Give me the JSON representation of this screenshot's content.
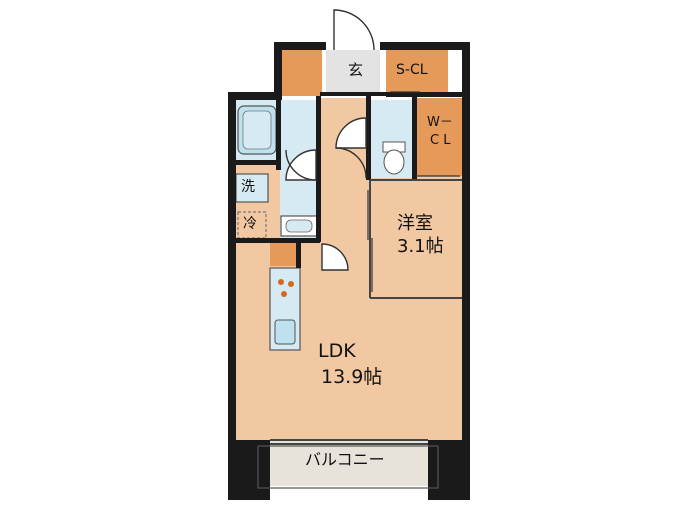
{
  "rooms": {
    "ldk": {
      "name": "LDK",
      "size": "13.9帖"
    },
    "western": {
      "name": "洋室",
      "size": "3.1帖"
    },
    "s_cl": "S-CL",
    "w_cl": {
      "line1": "W－",
      "line2": "C L"
    },
    "entrance": "玄",
    "washer": "洗",
    "fridge": "冷",
    "balcony": "バルコニー"
  },
  "colors": {
    "floor": "#F2C8A2",
    "wet": "#D6EAF3",
    "storage": "#E69A5A",
    "wall": "#1A1A1A",
    "balcony": "#E7E2DA",
    "entrance_floor": "#E3E3E3"
  }
}
